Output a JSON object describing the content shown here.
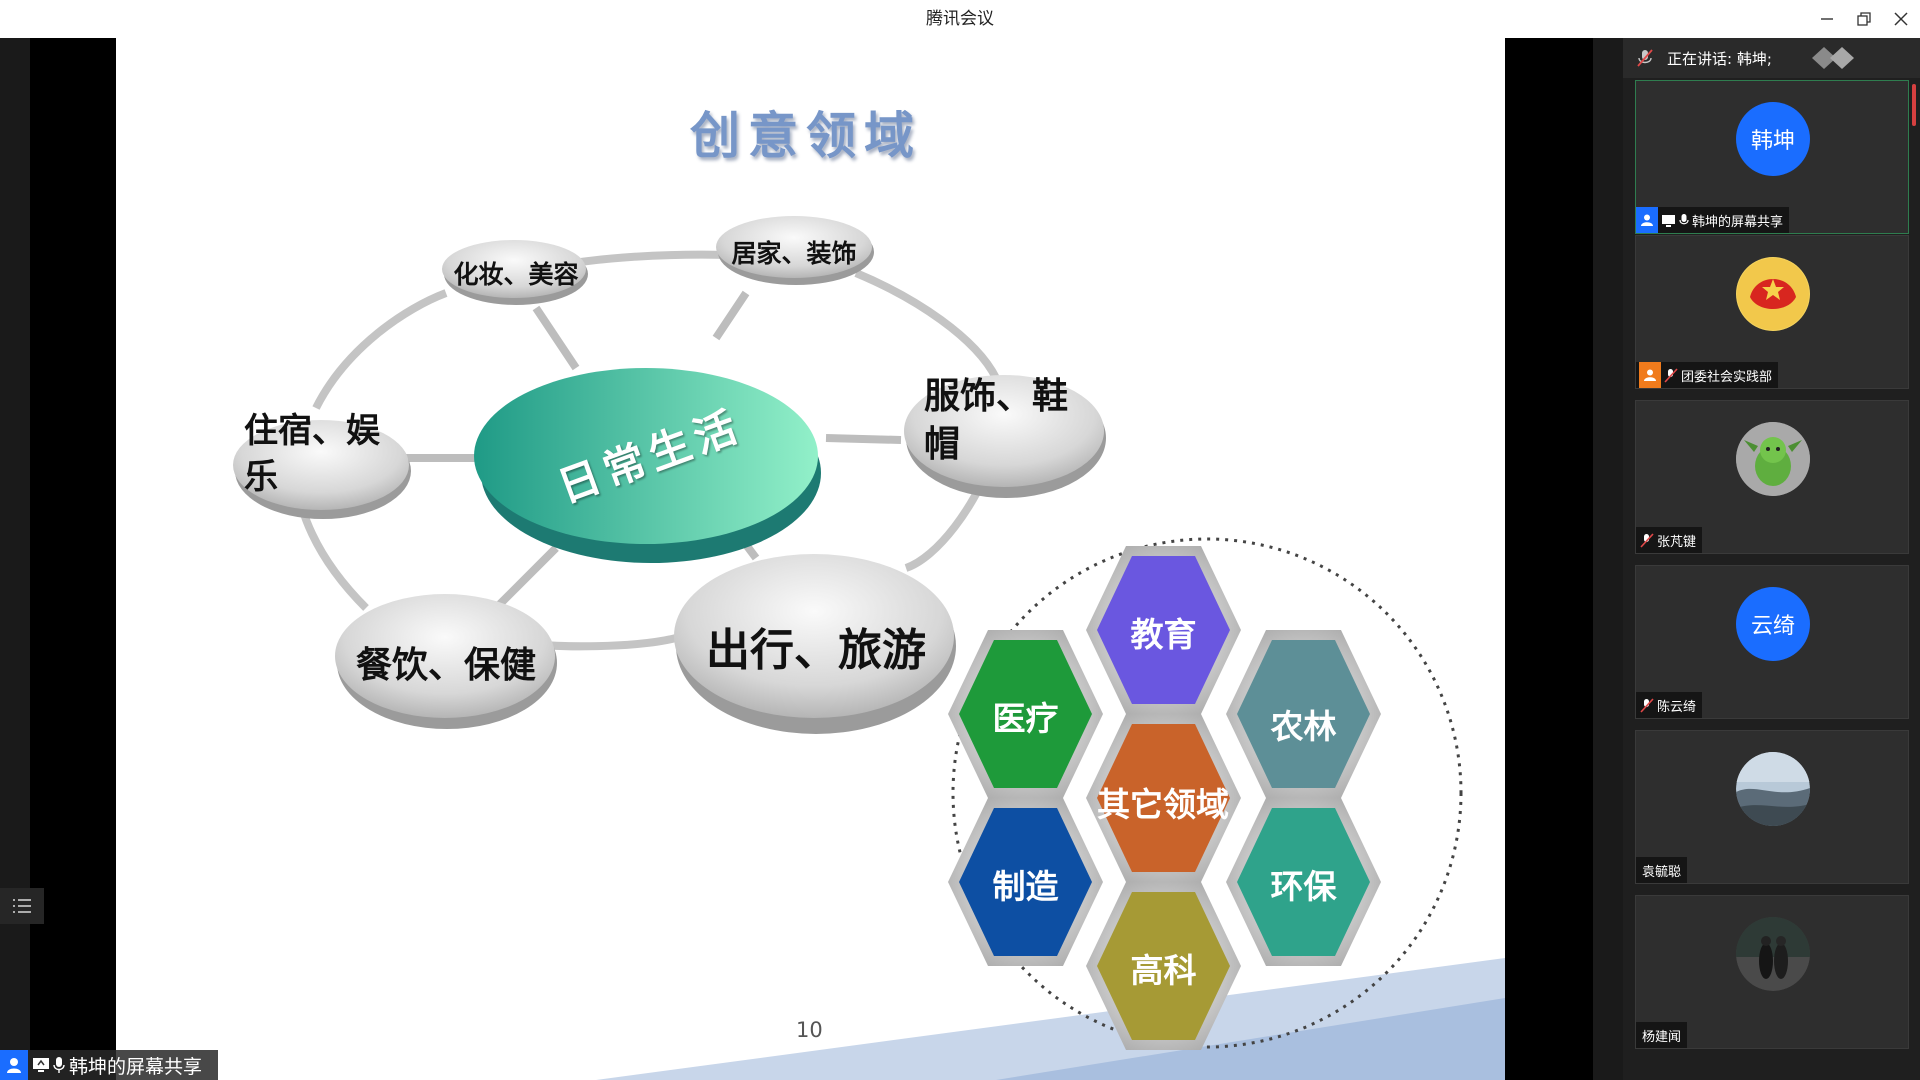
{
  "window": {
    "title": "腾讯会议"
  },
  "slide": {
    "title": "创意领域",
    "page_number": "10",
    "center_node": "日常生活",
    "nodes": {
      "n1": "化妆、美容",
      "n2": "居家、装饰",
      "n3": "服饰、鞋帽",
      "n4": "住宿、娱乐",
      "n5": "餐饮、保健",
      "n6": "出行、旅游"
    },
    "hexes": {
      "h1": "教育",
      "h2": "医疗",
      "h3": "农林",
      "h4": "其它领域",
      "h5": "制造",
      "h6": "环保",
      "h7": "高科"
    }
  },
  "share_label": "韩坤的屏幕共享",
  "panel": {
    "speaking": "正在讲话: 韩坤;",
    "participants": [
      {
        "avatar_text": "韩坤",
        "name": "韩坤的屏幕共享"
      },
      {
        "avatar_text": "",
        "name": "团委社会实践部"
      },
      {
        "avatar_text": "",
        "name": "张芃键"
      },
      {
        "avatar_text": "云绮",
        "name": "陈云绮"
      },
      {
        "avatar_text": "",
        "name": "袁毓聪"
      },
      {
        "avatar_text": "",
        "name": "杨建闻"
      }
    ]
  },
  "colors": {
    "accent_blue": "#1a6dff",
    "title_blue": "#7796c8",
    "hex_edu": "#6a57e0",
    "hex_med": "#1e9a3a",
    "hex_agri": "#5d8f97",
    "hex_other": "#c9632a",
    "hex_mfg": "#0d4fa3",
    "hex_env": "#2fa38b",
    "hex_tech": "#a69a35"
  }
}
